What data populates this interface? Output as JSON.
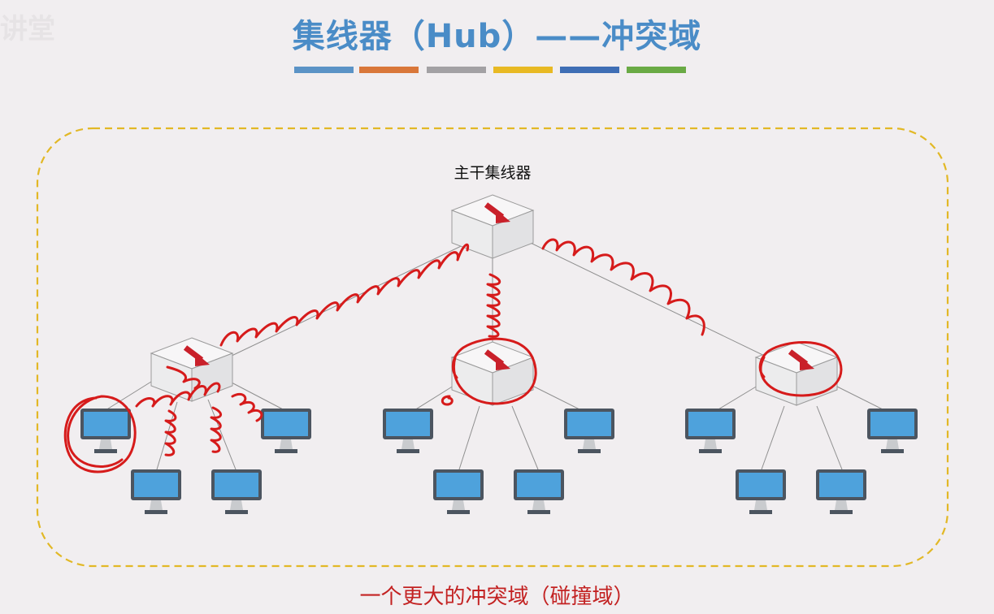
{
  "title": "集线器（Hub）——冲突域",
  "backbone_hub_label": "主干集线器",
  "caption": "一个更大的冲突域（碰撞域）",
  "watermark": "讲堂",
  "colors": {
    "title": "#4a8cc7",
    "bar_colors": [
      "#5b93c6",
      "#d9773a",
      "#a3a1a4",
      "#e8b923",
      "#3f6eb5",
      "#6aaa45"
    ],
    "domain_border": "#e2b826",
    "annotation": "#d61b1b",
    "monitor_screen": "#4ea2dc",
    "hub_arrow": "#c9202a"
  }
}
